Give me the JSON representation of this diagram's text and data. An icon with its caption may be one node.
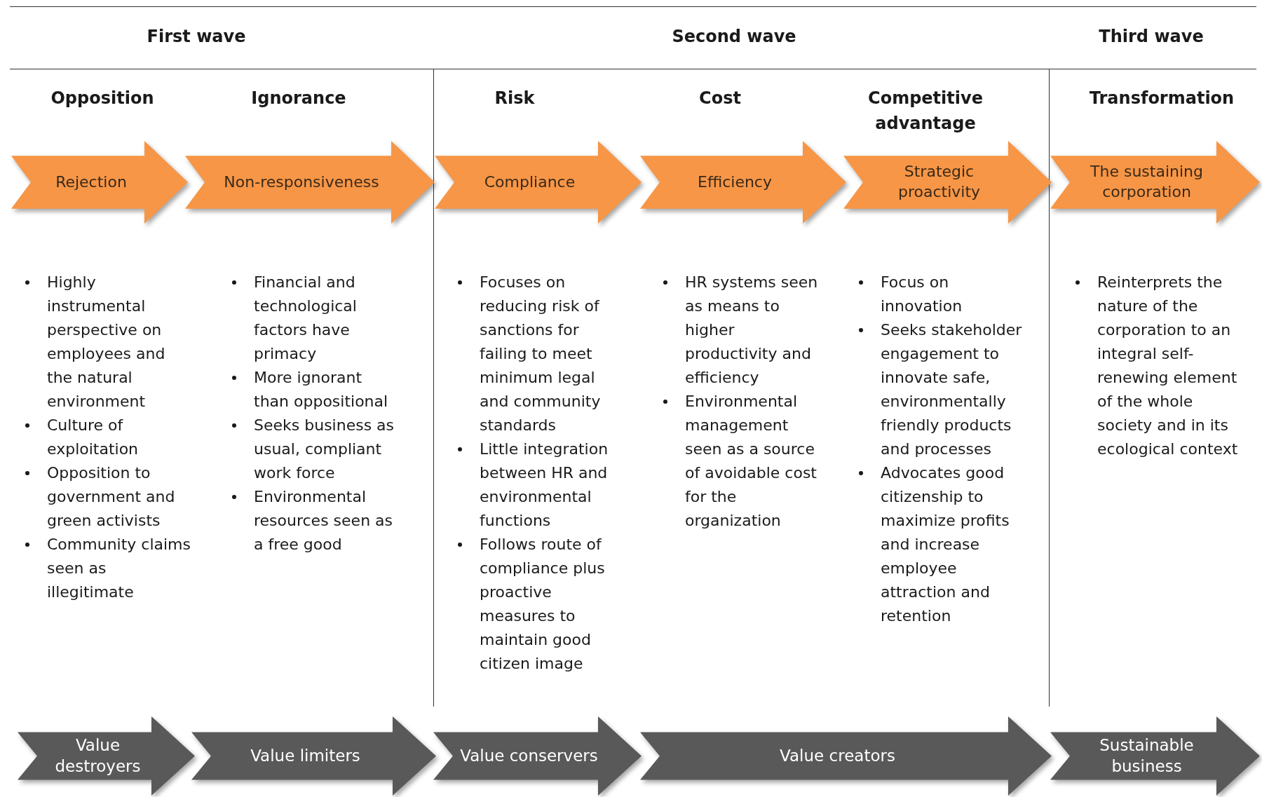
{
  "diagram": {
    "nodes": [
      {
        "text": [
          "Rejection"
        ]
      },
      {
        "text": [
          "Non-responsiveness"
        ]
      },
      {
        "text": [
          "Compliance"
        ]
      },
      {
        "text": [
          "Efficiency"
        ]
      },
      {
        "text": [
          "Strategic proactivity"
        ]
      },
      {
        "text": [
          "The sustaining corporation"
        ]
      },
      {
        "text": [
          "Value destroyers"
        ]
      },
      {
        "text": [
          "Value limiters"
        ]
      },
      {
        "text": [
          "Value conservers"
        ]
      },
      {
        "text": [
          "Value creators"
        ]
      },
      {
        "text": [
          "Sustainable business"
        ]
      }
    ],
    "labels": [
      "First wave",
      "Second wave",
      "Third wave",
      "Opposition",
      "Ignorance",
      "Risk",
      "Cost",
      "Competitive advantage",
      "Transformation",
      "Highly instrumental perspective on employees and the natural environment",
      "Culture of exploitation",
      "Opposition to government and green activists",
      "Community claims seen as illegitimate",
      "Financial and technological factors have primacy",
      "More ignorant than oppositional",
      "Seeks business as usual, compliant work force",
      "Environmental resources seen as a free good",
      "Focuses on reducing risk of sanctions for failing to meet minimum legal and community standards",
      "Little integration between HR and environmental functions",
      "Follows route of compliance plus proactive measures to maintain good citizen image",
      "HR systems seen as means to higher productivity and efficiency",
      "Environmental management seen as a source of avoidable cost for the organization",
      "Focus on innovation",
      "Seeks stakeholder engagement to innovate safe, environmentally friendly products and processes",
      "Advocates good citizenship to maximize profits and increase employee attraction and retention",
      "Reinterprets the nature of the corporation to an integral self-renewing element of the whole society and in its ecological context"
    ]
  }
}
